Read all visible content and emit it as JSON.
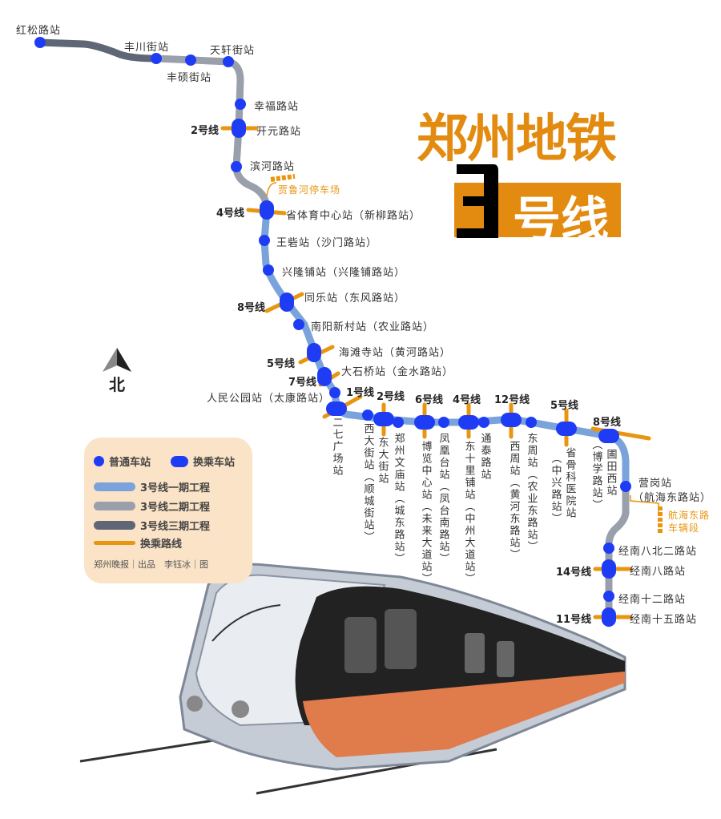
{
  "title": {
    "main": "郑州地铁",
    "number": "3",
    "suffix": "号线"
  },
  "compass": {
    "label": "北"
  },
  "depot_labels": {
    "north": "贾鲁河停车场",
    "south_line1": "航海东路",
    "south_line2": "车辆段"
  },
  "stations": [
    {
      "label": "红松路站"
    },
    {
      "label": "丰川街站"
    },
    {
      "label": "丰硕街站"
    },
    {
      "label": "天轩街站"
    },
    {
      "label": "幸福路站"
    },
    {
      "label": "开元路站",
      "transfer": "2号线"
    },
    {
      "label": "滨河路站"
    },
    {
      "label": "省体育中心站（新柳路站）",
      "transfer": "4号线"
    },
    {
      "label": "王砦站（沙门路站）"
    },
    {
      "label": "兴隆铺站（兴隆铺路站）"
    },
    {
      "label": "同乐站（东风路站）",
      "transfer": "8号线"
    },
    {
      "label": "南阳新村站（农业路站）"
    },
    {
      "label": "海滩寺站（黄河路站）",
      "transfer": "5号线"
    },
    {
      "label": "大石桥站（金水路站）",
      "transfer": "7号线"
    },
    {
      "label": "人民公园站（太康路站）"
    },
    {
      "label": "二七广场站",
      "transfer": "1号线"
    },
    {
      "label": "西大街站（顺城街站）"
    },
    {
      "label": "东大街站",
      "transfer": "2号线"
    },
    {
      "label": "郑州文庙站（城东路站）"
    },
    {
      "label": "博览中心站（未来大道站）",
      "transfer": "6号线"
    },
    {
      "label": "凤凰台站（凤台南路站）"
    },
    {
      "label": "东十里铺站（中州大道站）",
      "transfer": "4号线"
    },
    {
      "label": "通泰路站"
    },
    {
      "label": "西周站（黄河东路站）",
      "transfer": "12号线"
    },
    {
      "label": "东周站（农业东路站）"
    },
    {
      "label": "省骨科医院站",
      "alt": "（中兴路站）",
      "transfer": "5号线"
    },
    {
      "label": "圃田西站",
      "alt": "（博学路站）",
      "transfer": "8号线"
    },
    {
      "label": "营岗站",
      "alt": "（航海东路站）"
    },
    {
      "label": "经南八北二路站"
    },
    {
      "label": "经南八路站",
      "transfer": "14号线"
    },
    {
      "label": "经南十二路站"
    },
    {
      "label": "经南十五路站",
      "transfer": "11号线"
    }
  ],
  "legend": {
    "normal_station": "普通车站",
    "transfer_station": "换乘车站",
    "phase1": "3号线一期工程",
    "phase2": "3号线二期工程",
    "phase3": "3号线三期工程",
    "transfer_line": "换乘路线",
    "credit": "郑州晚报｜出品　李钰冰｜图"
  },
  "colors": {
    "station": "#1f3cf5",
    "phase1": "#7aa3dc",
    "phase2": "#9aa0ab",
    "phase3": "#5f6675",
    "transfer": "#e8960f",
    "title": "#e38b10",
    "legend_bg": "#fae3c6"
  }
}
